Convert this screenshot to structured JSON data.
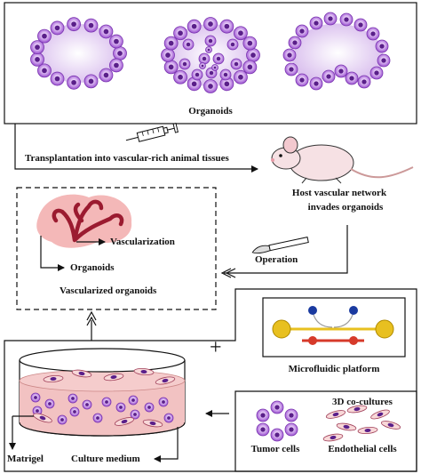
{
  "top_panel": {
    "label": "Organoids"
  },
  "transplant": {
    "label": "Transplantation into vascular-rich animal tissues",
    "host_label_line1": "Host vascular network",
    "host_label_line2": "invades organoids"
  },
  "operation": {
    "label": "Operation"
  },
  "vascularized": {
    "vascularization_label": "Vascularization",
    "organoids_label": "Organoids",
    "title": "Vascularized organoids"
  },
  "plus_symbol": "+",
  "microfluidic": {
    "label": "Microfluidic platform"
  },
  "coculture": {
    "title": "3D co-cultures",
    "tumor_label": "Tumor cells",
    "endothelial_label": "Endothelial cells"
  },
  "dish": {
    "matrigel_label": "Matrigel",
    "medium_label": "Culture medium"
  },
  "colors": {
    "cell_purple": "#9a4fd0",
    "cell_core": "#5a1f8a",
    "lumen": "#f0e4f8",
    "vessel": "#9b1b30",
    "tissue_pink": "#f4b8b8",
    "medium_pink": "#f2c2c2",
    "chip_yellow": "#e8c020",
    "chip_red": "#d63a2a",
    "chip_blue": "#1a3aa0"
  }
}
